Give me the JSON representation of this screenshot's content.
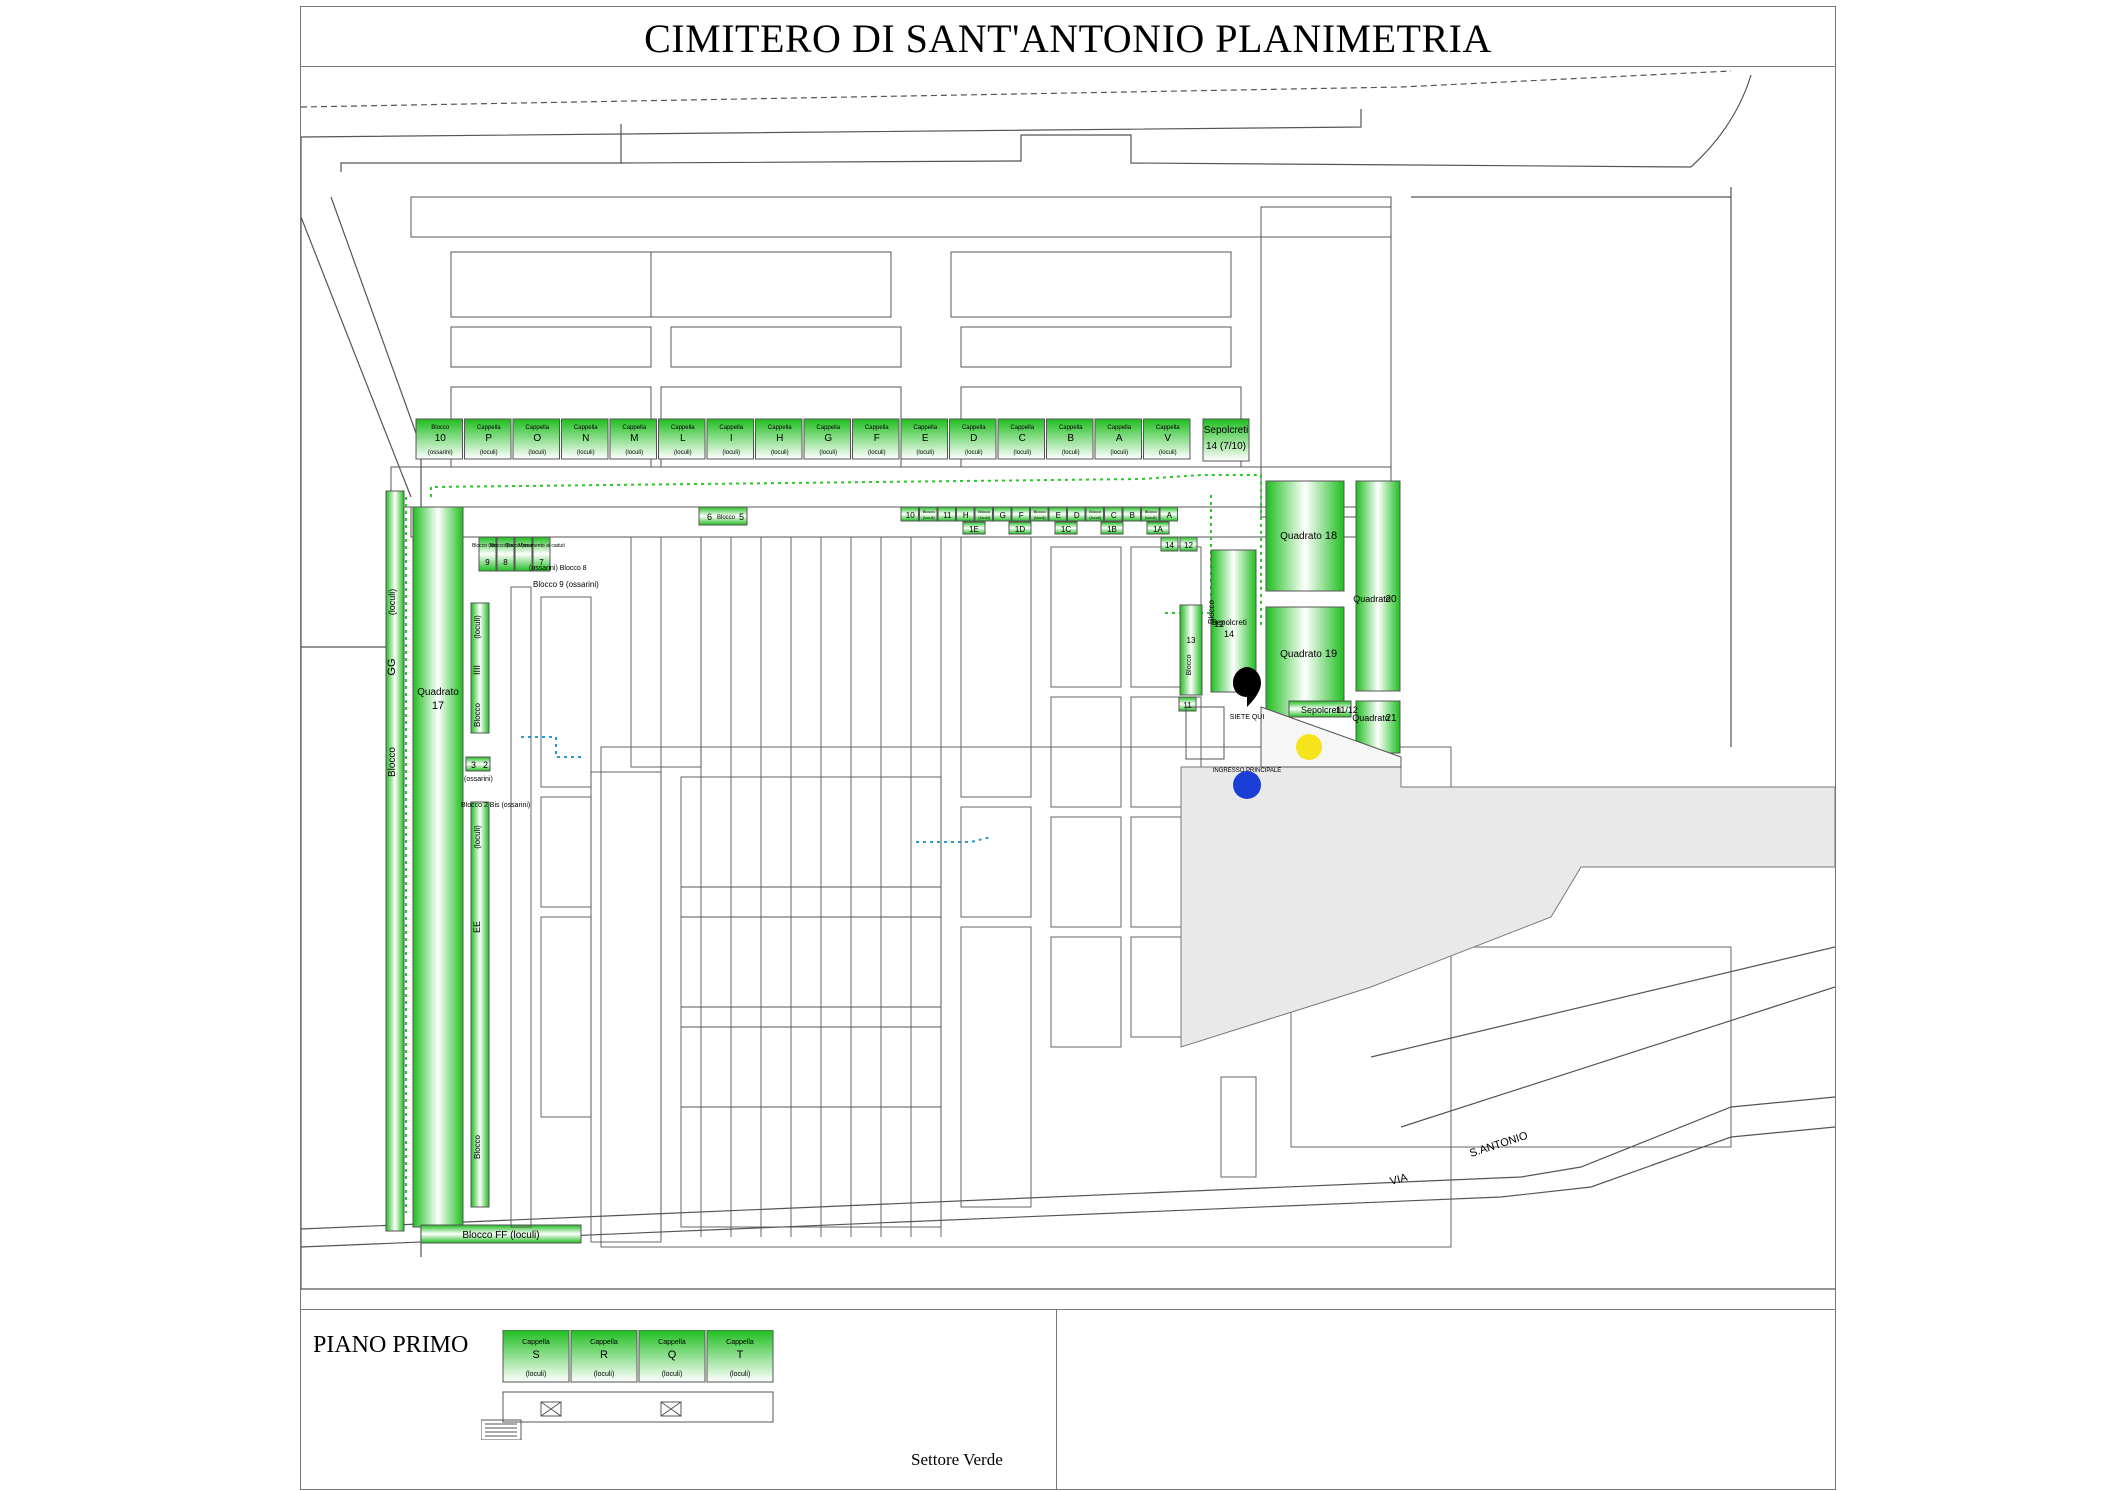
{
  "title": "CIMITERO DI SANT'ANTONIO PLANIMETRIA",
  "floor_label": "PIANO PRIMO",
  "sector_label": "Settore Verde",
  "street_label_left": "VIA",
  "street_label_right": "S.ANTONIO",
  "you_are_here": "SIETE QUI",
  "main_entrance": "INGRESSO PRINCIPALE",
  "colors": {
    "green": "#1fbe1f",
    "green_light": "#ffffff",
    "path": "#28c828",
    "line": "#555555",
    "marker_blue": "#1a3fd6",
    "marker_yellow": "#f5e41c",
    "entrance_area": "#e9e9e9"
  },
  "top_chapels": [
    {
      "word": "Blocco",
      "letter": "10",
      "sub": "(ossarini)"
    },
    {
      "word": "Cappella",
      "letter": "P",
      "sub": "(loculi)"
    },
    {
      "word": "Cappella",
      "letter": "O",
      "sub": "(loculi)"
    },
    {
      "word": "Cappella",
      "letter": "N",
      "sub": "(loculi)"
    },
    {
      "word": "Cappella",
      "letter": "M",
      "sub": "(loculi)"
    },
    {
      "word": "Cappella",
      "letter": "L",
      "sub": "(loculi)"
    },
    {
      "word": "Cappella",
      "letter": "I",
      "sub": "(loculi)"
    },
    {
      "word": "Cappella",
      "letter": "H",
      "sub": "(loculi)"
    },
    {
      "word": "Cappella",
      "letter": "G",
      "sub": "(loculi)"
    },
    {
      "word": "Cappella",
      "letter": "F",
      "sub": "(loculi)"
    },
    {
      "word": "Cappella",
      "letter": "E",
      "sub": "(loculi)"
    },
    {
      "word": "Cappella",
      "letter": "D",
      "sub": "(loculi)"
    },
    {
      "word": "Cappella",
      "letter": "C",
      "sub": "(loculi)"
    },
    {
      "word": "Cappella",
      "letter": "B",
      "sub": "(loculi)"
    },
    {
      "word": "Cappella",
      "letter": "A",
      "sub": "(loculi)"
    },
    {
      "word": "Cappella",
      "letter": "V",
      "sub": "(loculi)"
    }
  ],
  "sepolcreti_top": {
    "word": "Sepolcreti",
    "num": "14 (7/10)"
  },
  "right_blocks": [
    {
      "word": "Quadrato",
      "num": "18"
    },
    {
      "word": "Quadrato",
      "num": "19"
    },
    {
      "word": "Quadrato",
      "num": "20"
    },
    {
      "word": "Quadrato",
      "num": "21"
    }
  ],
  "sepolcreti_right": {
    "word": "Sepolcreti",
    "num": "11/12"
  },
  "sepolcreti_14": {
    "word": "Sepolcreti",
    "num": "14"
  },
  "blocco_12": {
    "word": "Blocco",
    "num": "12"
  },
  "blocco_13": {
    "word": "Blocco",
    "num": "13"
  },
  "small_blocks_row": [
    {
      "num": "10"
    },
    {
      "word": "Blocco",
      "num": "(loculi)"
    },
    {
      "num": "11"
    },
    {
      "num": "H"
    },
    {
      "word": "Blocco",
      "num": "(loculi)"
    },
    {
      "num": "G"
    },
    {
      "num": "F"
    },
    {
      "word": "Blocco",
      "num": "(loculi)"
    },
    {
      "num": "E"
    },
    {
      "num": "D"
    },
    {
      "word": "Blocco",
      "num": "(loculi)"
    },
    {
      "num": "C"
    },
    {
      "num": "B"
    },
    {
      "word": "Blocco",
      "num": "(loculi)"
    },
    {
      "num": "A"
    }
  ],
  "small_blocks_sub": [
    "1E",
    "1D",
    "1C",
    "1B",
    "1A"
  ],
  "small_right_nums": [
    "14",
    "12",
    "11"
  ],
  "block_6_5": {
    "a": "6",
    "b": "5",
    "mid": "Blocco"
  },
  "blocks_center_left": [
    {
      "label": "Blocco (loculi)",
      "num": "9"
    },
    {
      "label": "Blocco (loculi)",
      "num": "8"
    },
    {
      "label": "Blocco (ossarini)",
      "num": ""
    },
    {
      "label": "Monumento ai caduti",
      "num": "7"
    }
  ],
  "blocco_9_ossarini": "Blocco 9 (ossarini)",
  "blocco_8_ossarini": "(ossarini) Blocco 8",
  "left_column": {
    "quadrato": "Quadrato",
    "quadrato_num": "17",
    "blocco": "Blocco",
    "gg": "GG",
    "gg_sub": "(loculi)",
    "ff": "Blocco FF (loculi)"
  },
  "left_inner": [
    {
      "word": "(loculi)",
      "code": "IIII",
      "tail": "Blocco"
    },
    {
      "word": "(loculi)",
      "code": "EE",
      "tail": "Blocco"
    }
  ],
  "blocco_2_3": {
    "a": "3",
    "b": "2",
    "sub": "(ossarini)",
    "tail": "Blocco 2 Bis (ossarini)"
  },
  "first_floor_chapels": [
    {
      "word": "Cappella",
      "letter": "S",
      "sub": "(loculi)"
    },
    {
      "word": "Cappella",
      "letter": "R",
      "sub": "(loculi)"
    },
    {
      "word": "Cappella",
      "letter": "Q",
      "sub": "(loculi)"
    },
    {
      "word": "Cappella",
      "letter": "T",
      "sub": "(loculi)"
    }
  ]
}
